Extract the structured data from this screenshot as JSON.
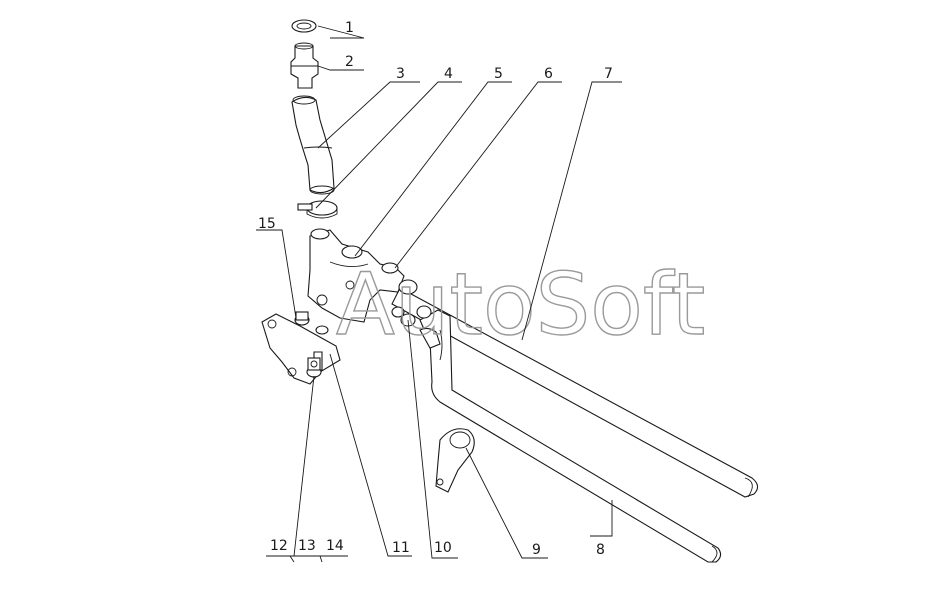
{
  "diagram": {
    "watermark": "AutoSoft",
    "callouts": [
      {
        "id": "c1",
        "text": "1"
      },
      {
        "id": "c2",
        "text": "2"
      },
      {
        "id": "c3",
        "text": "3"
      },
      {
        "id": "c4",
        "text": "4"
      },
      {
        "id": "c5",
        "text": "5"
      },
      {
        "id": "c6",
        "text": "6"
      },
      {
        "id": "c7",
        "text": "7"
      },
      {
        "id": "c8",
        "text": "8"
      },
      {
        "id": "c9",
        "text": "9"
      },
      {
        "id": "c10",
        "text": "10"
      },
      {
        "id": "c11",
        "text": "11"
      },
      {
        "id": "c12",
        "text": "12"
      },
      {
        "id": "c13",
        "text": "13"
      },
      {
        "id": "c14",
        "text": "14"
      },
      {
        "id": "c15",
        "text": "15"
      }
    ]
  }
}
